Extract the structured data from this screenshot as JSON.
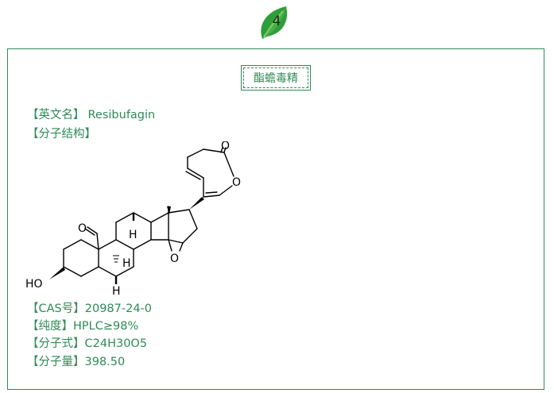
{
  "badge": {
    "number": "4",
    "color": "#2e9e3a"
  },
  "title": "酯蟾毒精",
  "fields": {
    "english_name": {
      "label": "【英文名】",
      "value": "Resibufagin"
    },
    "structure": {
      "label": "【分子结构】"
    },
    "cas": {
      "label": "【CAS号】",
      "value": "20987-24-0"
    },
    "purity": {
      "label": "【纯度】",
      "value": "HPLC≥98%"
    },
    "formula": {
      "label": "【分子式】",
      "value": "C24H30O5"
    },
    "weight": {
      "label": "【分子量】",
      "value": "398.50"
    }
  },
  "molecule": {
    "atom_labels": {
      "ho": "HO",
      "h_top": "H",
      "h_mid": "H",
      "h_bottom": "H",
      "o_epoxide": "O",
      "o_ring": "O",
      "o_carbonyl": "O"
    }
  },
  "colors": {
    "accent": "#2f8a57",
    "leaf": "#2e9e3a"
  }
}
